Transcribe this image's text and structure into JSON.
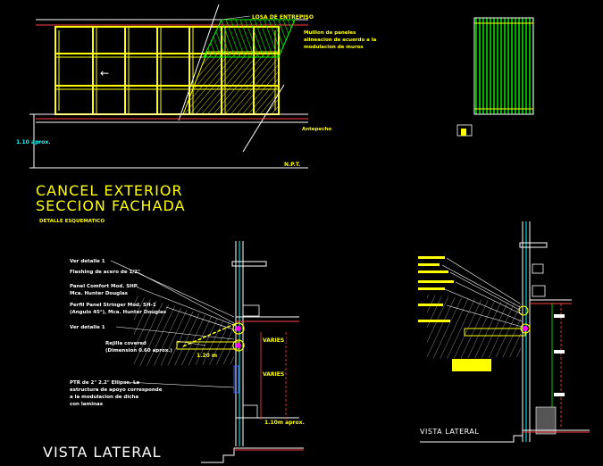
{
  "drawing": {
    "title_line1": "CANCEL EXTERIOR",
    "title_line2": "SECCION FACHADA",
    "subtitle": "DETALLE ESQUEMATICO",
    "label_losa": "LOSA DE ENTREPISO",
    "label_mullion_note_1": "Mullion de paneles",
    "label_mullion_note_2": "alineacion de acuerdo a la",
    "label_mullion_note_3": "modulacion de muros",
    "label_antepecho": "Antepecho",
    "label_npt": "N.P.T.",
    "label_dim_height": "1.10 aprox.",
    "view_title_left": "VISTA LATERAL",
    "view_title_right": "VISTA LATERAL",
    "callout_1": "Ver detalle 1",
    "callout_2": "Flashing de acero de 1/2\"",
    "callout_3a": "Panel Comfort Mod. SHP.",
    "callout_3b": "Mca. Hunter Douglas",
    "callout_4a": "Perfil Panel Stringer Mod. SH-1",
    "callout_4b": "(Angulo 45°), Mca. Hunter Douglas",
    "callout_5": "Ver detalle 1",
    "callout_6a": "Rejilla covered",
    "callout_6b": "(Dimension 0.60 aprox.)",
    "callout_7a": "PTR de 2\" 2.2\" Ellipse. La",
    "callout_7b": "estructura de apoyo corresponde",
    "callout_7c": "a la modulacion de dicha",
    "callout_7d": "con laminas",
    "dim_varies_1": "VARIES",
    "dim_varies_2": "VARIES",
    "dim_left_small": "1.20 m",
    "dim_bottom": "1.10m aprox."
  }
}
